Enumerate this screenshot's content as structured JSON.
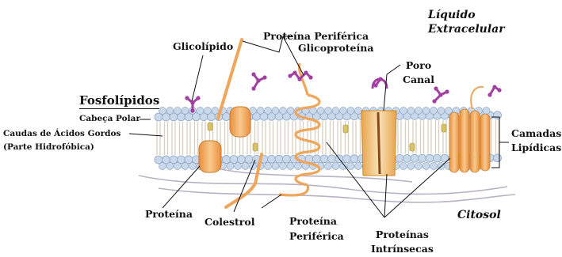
{
  "labels": {
    "liquido_line1": "Líquido",
    "liquido_line2": "Extracelular",
    "glicolipido": "Glicolípido",
    "proteina_periferica_top": "Proteína Periférica",
    "glicoproteina": "Glicoproteína",
    "poro": "Poro",
    "canal": "Canal",
    "fosfolipidos": "Fosfolípidos",
    "cabeca_polar": "Cabeça Polar",
    "caudas_line1": "Caudas de Ácidos Gordos",
    "caudas_line2": "(Parte Hidrofóbica)",
    "camadas_line1": "Camadas",
    "camadas_line2": "Lipídicas",
    "proteina": "Proteína",
    "colestrol": "Colestrol",
    "proteina_periferica_bottom_line1": "Proteína",
    "proteina_periferica_bottom_line2": "Periférica",
    "citosol": "Citosol",
    "proteinas_line1": "Proteínas",
    "proteinas_line2": "Intrínsecas"
  },
  "colors": {
    "head": "#c9d8ea",
    "head_stroke": "#8fa7c4",
    "tail": "#d9d2c4",
    "protein": "#f0a65a",
    "protein_light": "#f6c98f",
    "carbohydrate": "#a23fa0",
    "cholesterol": "#d9c36a"
  }
}
